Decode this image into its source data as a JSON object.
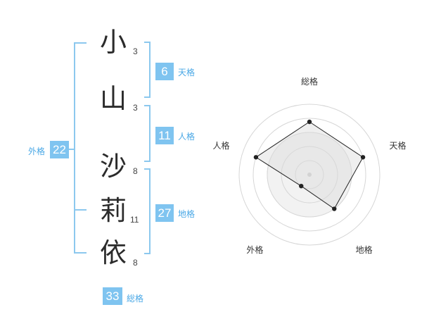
{
  "name": {
    "chars": [
      {
        "char": "小",
        "strokes": "3"
      },
      {
        "char": "山",
        "strokes": "3"
      },
      {
        "char": "沙",
        "strokes": "8"
      },
      {
        "char": "莉",
        "strokes": "11"
      },
      {
        "char": "依",
        "strokes": "8"
      }
    ]
  },
  "kaku": {
    "tenkaku": {
      "value": "6",
      "label": "天格"
    },
    "jinkaku": {
      "value": "11",
      "label": "人格"
    },
    "chikaku": {
      "value": "27",
      "label": "地格"
    },
    "gaikaku": {
      "value": "22",
      "label": "外格"
    },
    "soukaku": {
      "value": "33",
      "label": "総格"
    }
  },
  "colors": {
    "accent": "#7fc4f0",
    "bracket": "#8cc8ee",
    "radar_fill": "#eeeeee"
  },
  "chart_data": {
    "type": "radar",
    "axes": [
      "総格",
      "天格",
      "地格",
      "外格",
      "人格"
    ],
    "values": [
      0.75,
      0.8,
      0.6,
      0.2,
      0.8
    ],
    "range": [
      0,
      1
    ]
  }
}
